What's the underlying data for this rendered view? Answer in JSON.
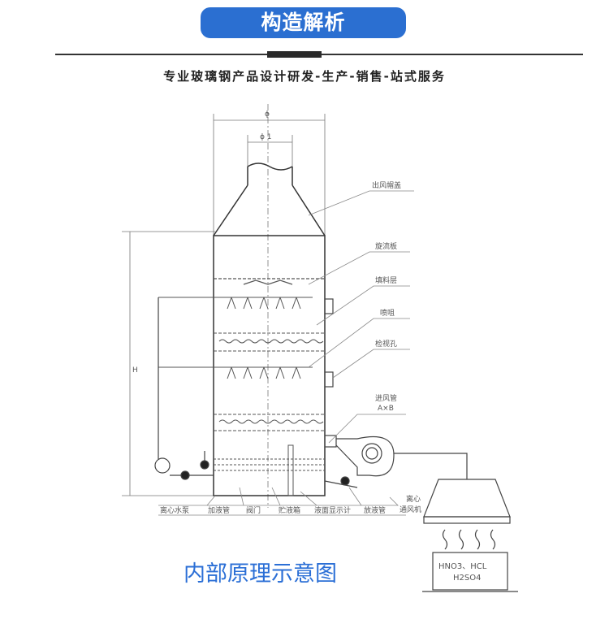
{
  "header": {
    "title": "构造解析",
    "subtitle": "专业玻璃钢产品设计研发-生产-销售-站式服务"
  },
  "diagram": {
    "title": "内部原理示意图",
    "dimensions": {
      "phi": "ϕ",
      "phi1": "ϕ 1",
      "height": "H"
    },
    "right_labels": [
      "出风帽盖",
      "旋流板",
      "填料层",
      "喷咀",
      "检视孔",
      "进风管",
      "A×B"
    ],
    "bottom_labels": [
      "离心水泵",
      "加液管",
      "阀门",
      "贮液箱",
      "液面显示计",
      "放液管"
    ],
    "fan_label": [
      "离心",
      "通风机"
    ],
    "source_box": [
      "HNO3、HCL",
      "H2SO4"
    ]
  },
  "colors": {
    "accent": "#2b6fd1",
    "title": "#2b6fd6"
  }
}
